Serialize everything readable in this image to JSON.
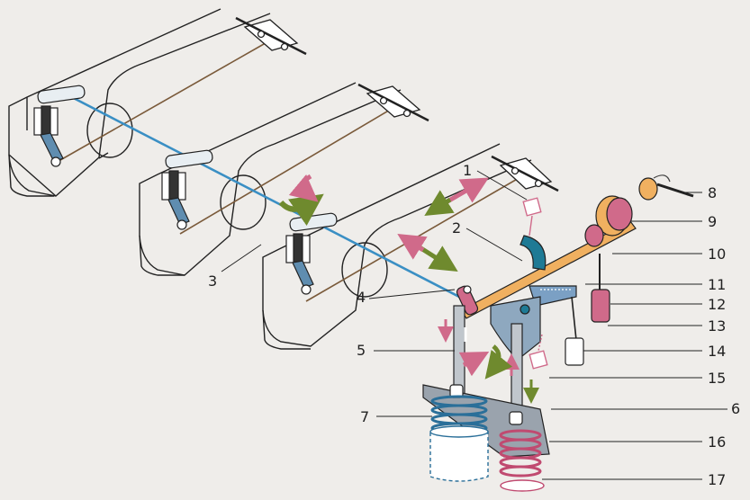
{
  "diagram": {
    "callouts": [
      {
        "id": "1",
        "label": "1"
      },
      {
        "id": "2",
        "label": "2"
      },
      {
        "id": "3",
        "label": "3"
      },
      {
        "id": "4",
        "label": "4"
      },
      {
        "id": "5",
        "label": "5"
      },
      {
        "id": "6",
        "label": "6"
      },
      {
        "id": "7",
        "label": "7"
      },
      {
        "id": "8",
        "label": "8"
      },
      {
        "id": "9",
        "label": "9"
      },
      {
        "id": "10",
        "label": "10"
      },
      {
        "id": "11",
        "label": "11"
      },
      {
        "id": "12",
        "label": "12"
      },
      {
        "id": "13",
        "label": "13"
      },
      {
        "id": "14",
        "label": "14"
      },
      {
        "id": "15",
        "label": "15"
      },
      {
        "id": "16",
        "label": "16"
      },
      {
        "id": "17",
        "label": "17"
      }
    ]
  },
  "colors": {
    "background": "#efedea",
    "linkage_blue": "#3a8fc4",
    "cam_teal": "#1e7a95",
    "shaft_orange": "#f0b060",
    "pink": "#d06a8a",
    "green_arrow": "#6f8a2e",
    "steel_gray": "#9aa3ad",
    "outline": "#222222"
  }
}
